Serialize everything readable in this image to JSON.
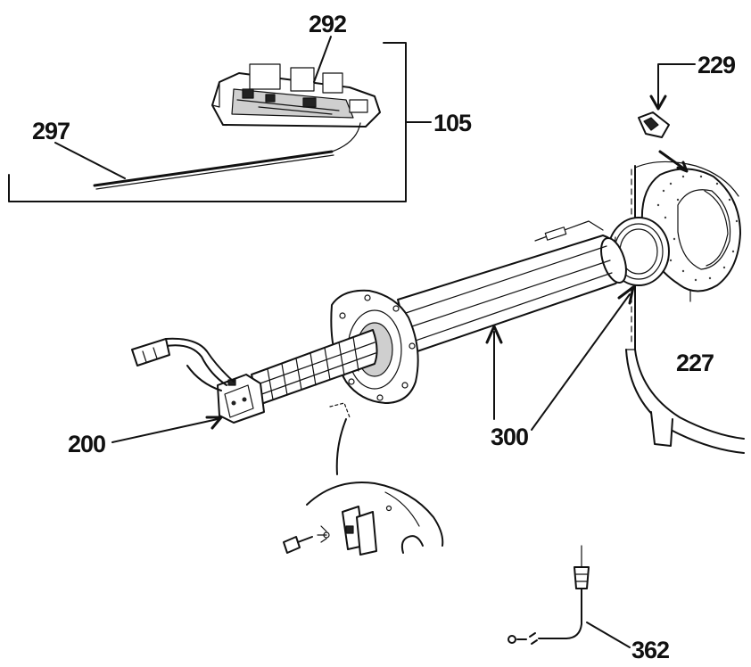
{
  "callouts": {
    "c292": "292",
    "c297": "297",
    "c105": "105",
    "c229": "229",
    "c227": "227",
    "c200": "200",
    "c300": "300",
    "c362": "362"
  },
  "colors": {
    "line": "#111111",
    "background": "#ffffff"
  }
}
